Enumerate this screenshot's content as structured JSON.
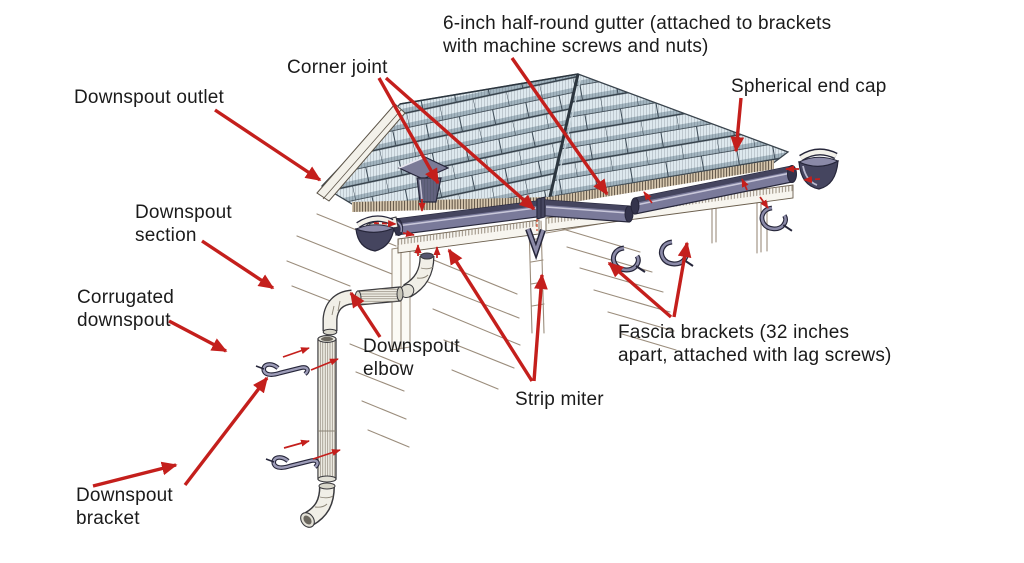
{
  "labels": {
    "gutter": {
      "text": "6-inch half-round gutter (attached to brackets\nwith machine screws and nuts)"
    },
    "corner_joint": {
      "text": "Corner joint"
    },
    "spherical_end_cap": {
      "text": "Spherical end cap"
    },
    "downspout_outlet": {
      "text": "Downspout outlet"
    },
    "downspout_section": {
      "text": "Downspout\nsection"
    },
    "corrugated_downspout": {
      "text": "Corrugated\ndownspout"
    },
    "downspout_elbow": {
      "text": "Downspout\nelbow"
    },
    "strip_miter": {
      "text": "Strip miter"
    },
    "fascia_brackets": {
      "text": "Fascia brackets (32 inches\napart, attached with lag screws)"
    },
    "downspout_bracket": {
      "text": "Downspout\nbracket"
    }
  },
  "colors": {
    "arrow_red": "#c41f1c",
    "text_ink": "#1b1b1b",
    "gutter_slate": "#7a7a9a",
    "roof_shingle": "#dde8ee",
    "background": "#ffffff"
  }
}
